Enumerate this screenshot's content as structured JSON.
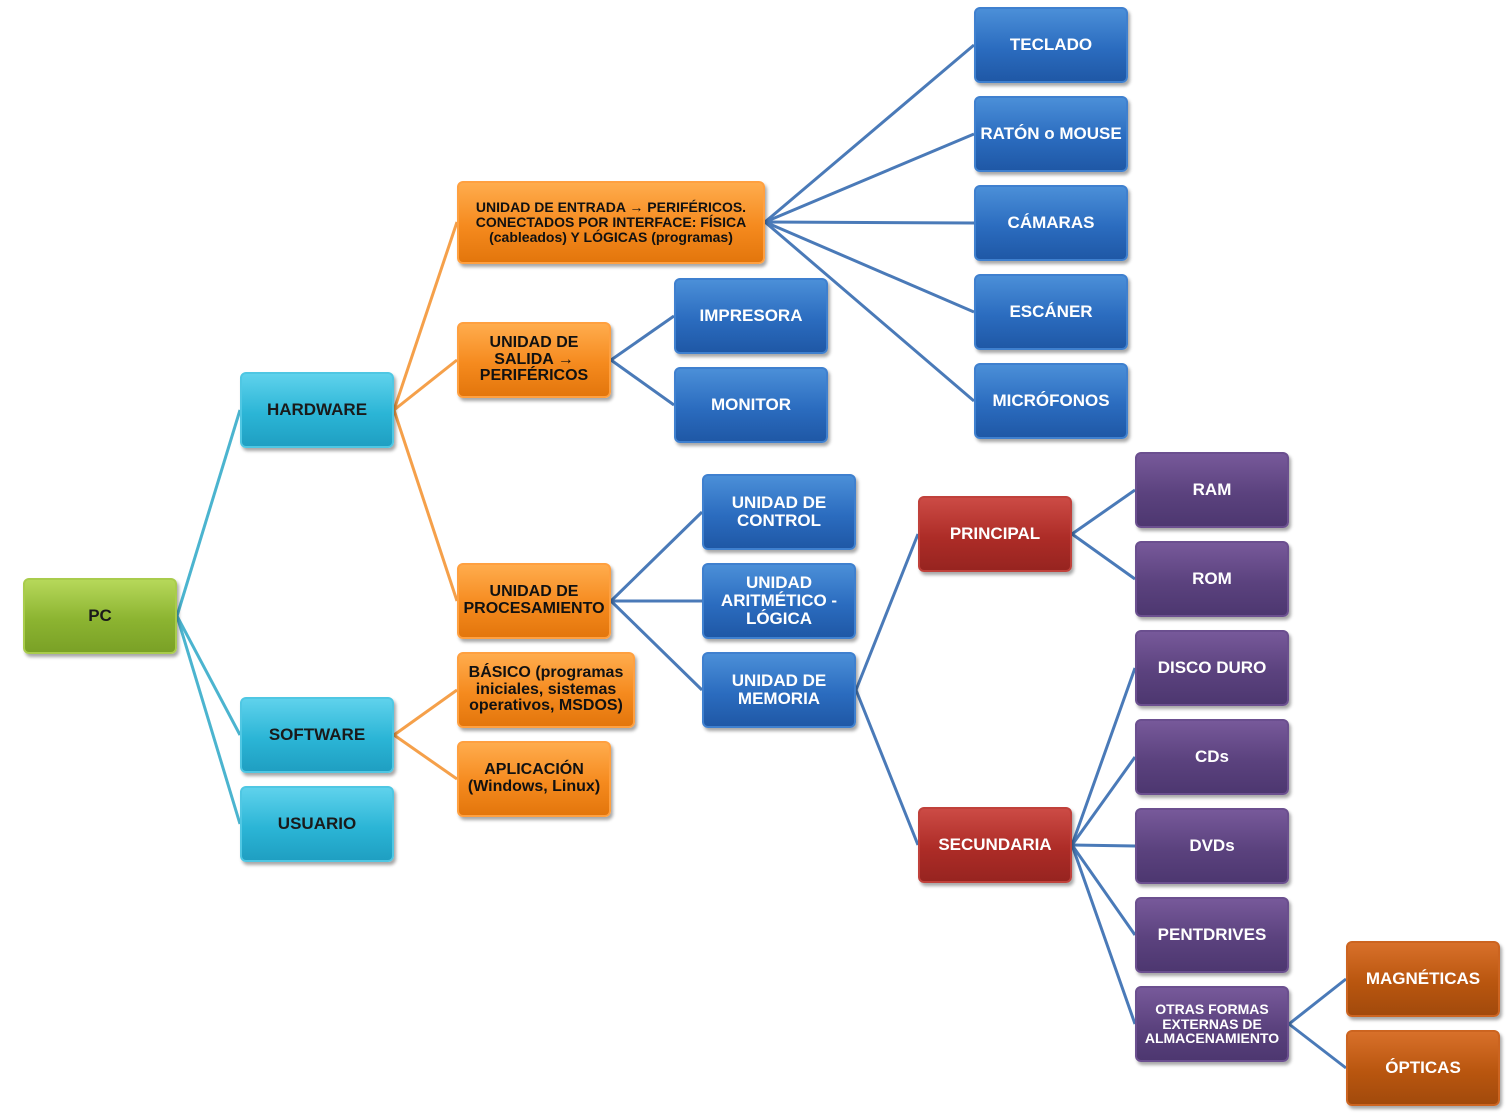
{
  "nodes": {
    "pc": "PC",
    "hardware": "HARDWARE",
    "software": "SOFTWARE",
    "usuario": "USUARIO",
    "entrada": "UNIDAD DE ENTRADA → PERIFÉRICOS.\nCONECTADOS POR INTERFACE: FÍSICA\n(cableados) Y LÓGICAS (programas)",
    "salida": "UNIDAD DE\nSALIDA →\nPERIFÉRICOS",
    "procesamiento": "UNIDAD DE\nPROCESAMIENTO",
    "basico": "BÁSICO (programas\niniciales, sistemas\noperativos, MSDOS)",
    "aplicacion": "APLICACIÓN\n(Windows, Linux)",
    "teclado": "TECLADO",
    "raton": "RATÓN o MOUSE",
    "camaras": "CÁMARAS",
    "escaner": "ESCÁNER",
    "microfonos": "MICRÓFONOS",
    "impresora": "IMPRESORA",
    "monitor": "MONITOR",
    "control": "UNIDAD DE\nCONTROL",
    "aritmetico": "UNIDAD\nARITMÉTICO -\nLÓGICA",
    "memoria": "UNIDAD DE\nMEMORIA",
    "principal": "PRINCIPAL",
    "secundaria": "SECUNDARIA",
    "ram": "RAM",
    "rom": "ROM",
    "disco": "DISCO DURO",
    "cds": "CDs",
    "dvds": "DVDs",
    "pendrives": "PENTDRIVES",
    "otras": "OTRAS FORMAS\nEXTERNAS DE\nALMACENAMIENTO",
    "magneticas": "MAGNÉTICAS",
    "opticas": "ÓPTICAS"
  },
  "colors": {
    "link_teal": "#4bb4cf",
    "link_orange": "#f5a04a",
    "link_blue": "#4a7ab8"
  }
}
